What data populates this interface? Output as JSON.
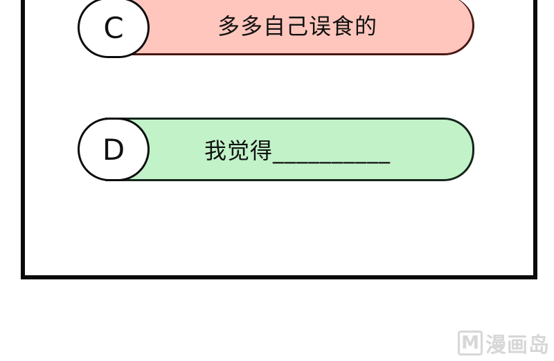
{
  "options": [
    {
      "letter": "C",
      "text": "多多自己误食的",
      "color": "#ffc6bd"
    },
    {
      "letter": "D",
      "text": "我觉得__________",
      "color": "#c2f2c8"
    }
  ],
  "watermark": {
    "logo_letter": "M",
    "text": "漫画岛"
  }
}
